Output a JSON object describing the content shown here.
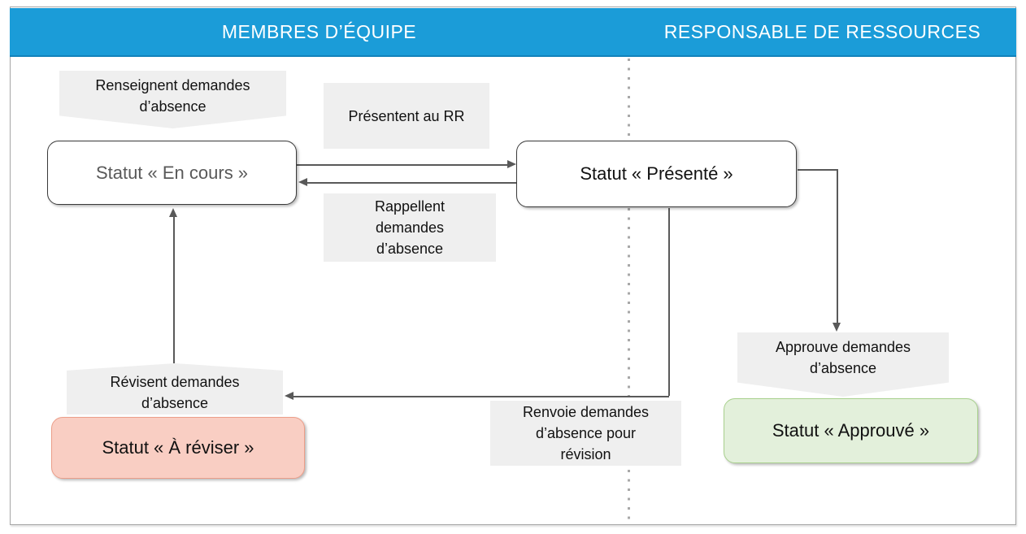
{
  "header": {
    "left_title": "MEMBRES D’ÉQUIPE",
    "right_title": "RESPONSABLE DE RESSOURCES"
  },
  "callouts": {
    "renseignent": "Renseignent demandes\nd’absence",
    "revisent": "Révisent demandes\nd’absence",
    "approuve": "Approuve demandes\nd’absence"
  },
  "labels": {
    "presentent": "Présentent au RR",
    "rappellent": "Rappellent\ndemandes\nd’absence",
    "renvoie": "Renvoie demandes\nd’absence pour\nrévision"
  },
  "statuses": {
    "en_cours": "Statut « En cours »",
    "presente": "Statut « Présenté »",
    "a_reviser": "Statut « À réviser »",
    "approuve": "Statut « Approuvé »"
  },
  "colors": {
    "header_blue": "#1b9cd8",
    "label_gray": "#efefef",
    "line_gray": "#595959",
    "status_border_dark": "#3a3a3a",
    "en_cours_text_gray": "#595959",
    "revise_pink_fill": "#f9cec3",
    "revise_pink_border": "#ec9e89",
    "approved_green_fill": "#e3f0db",
    "approved_green_border": "#a9d18e",
    "frame_border_gray": "#a6a6a6"
  }
}
